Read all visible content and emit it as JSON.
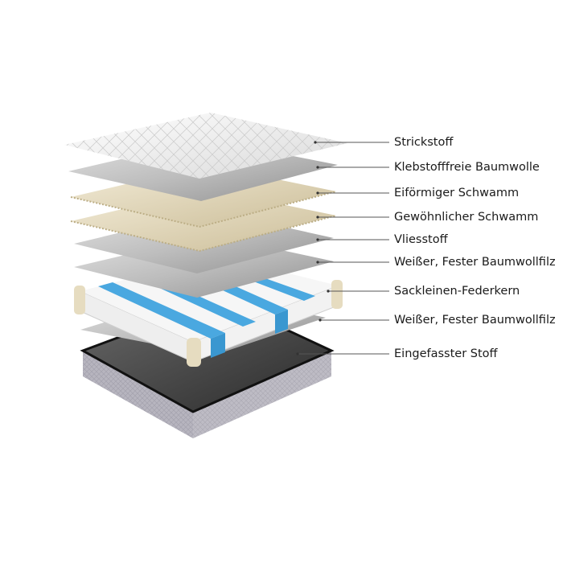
{
  "layers": [
    {
      "key": "knit",
      "label": "Strickstoff"
    },
    {
      "key": "glue-free-cotton",
      "label": "Klebstofffreie Baumwolle"
    },
    {
      "key": "egg-foam",
      "label": "Eiförmiger Schwamm"
    },
    {
      "key": "regular-foam",
      "label": "Gewöhnlicher Schwamm"
    },
    {
      "key": "fleece",
      "label": "Vliesstoff"
    },
    {
      "key": "white-felt-top",
      "label": "Weißer, Fester Baumwollfilz"
    },
    {
      "key": "pocket-springs",
      "label": "Sackleinen-Federkern"
    },
    {
      "key": "white-felt-bottom",
      "label": "Weißer, Fester Baumwollfilz"
    },
    {
      "key": "base-fabric",
      "label": "Eingefasster Stoff"
    }
  ],
  "colors": {
    "knit": "#f4f4f4",
    "cotton_grey": "#b8b8b8",
    "foam": "#e3d8bd",
    "spring_white": "#f1f1f1",
    "spring_blue": "#4aa8e0",
    "base_side": "#b5b3bd",
    "base_top": "#3a3a3a",
    "leader_line": "#555555"
  }
}
